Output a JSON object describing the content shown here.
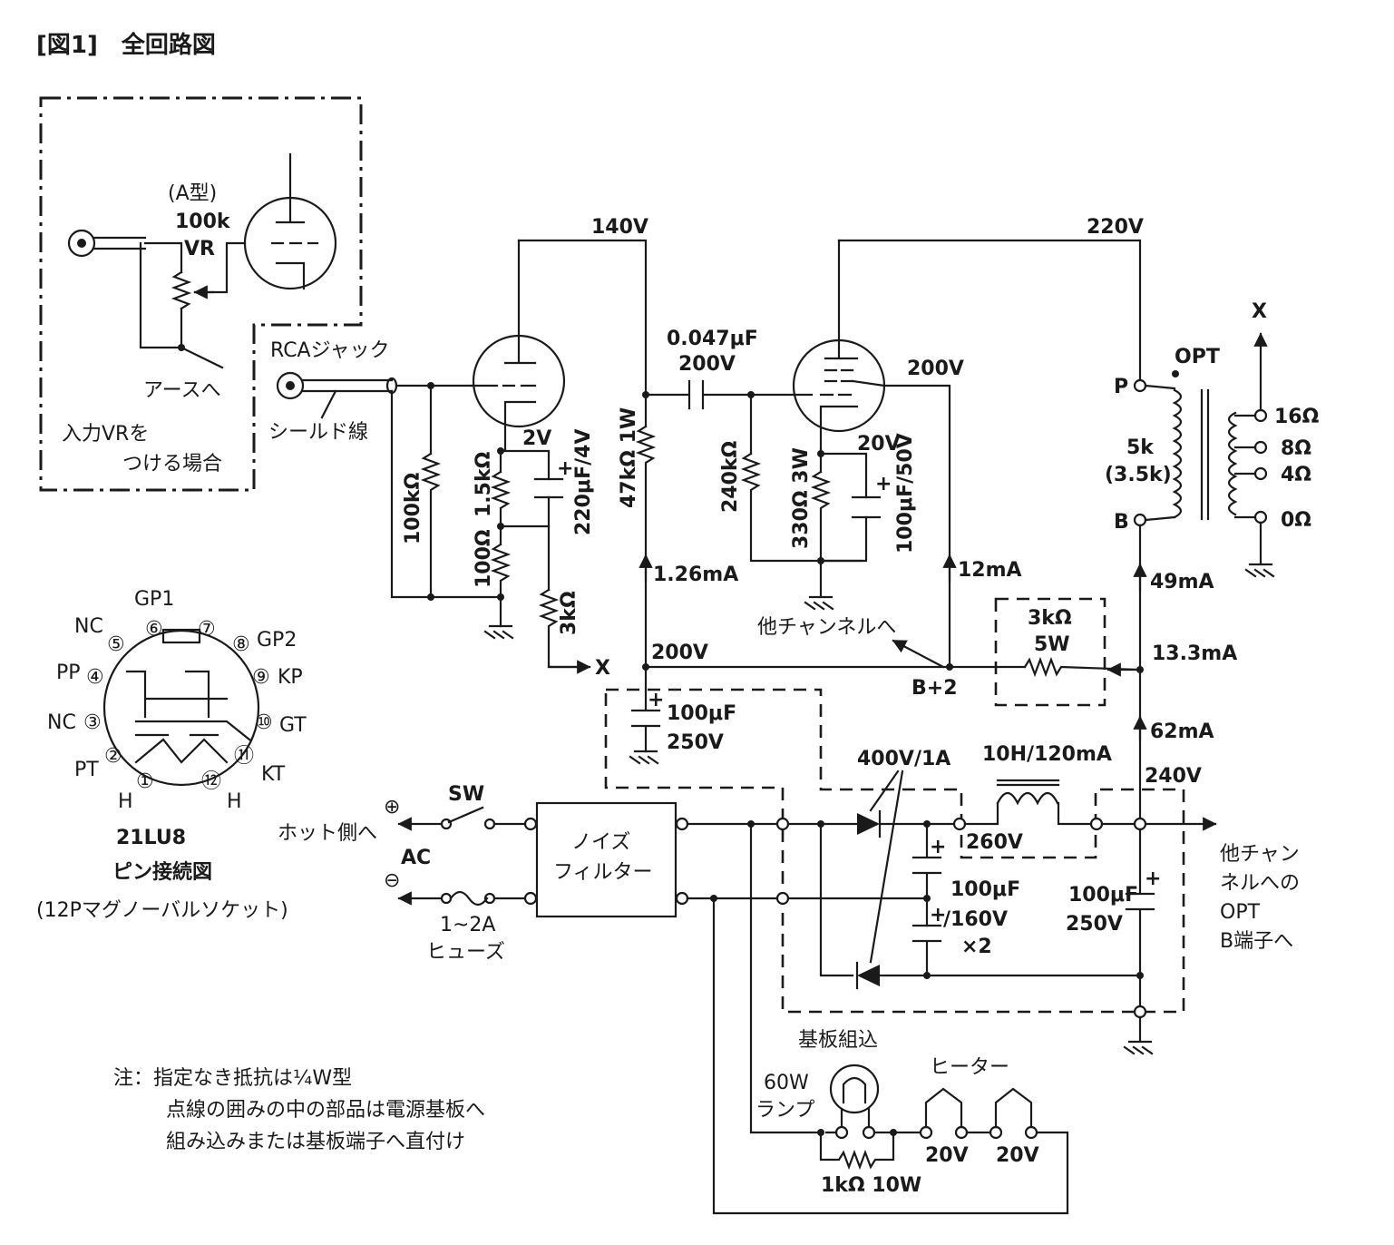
{
  "title": "[図1]　全回路図",
  "input_box": {
    "type_label": "(A型)",
    "vr_value": "100k",
    "vr_label": "VR",
    "ground_label": "アースへ",
    "note_line1": "入力VRを",
    "note_line2": "つける場合"
  },
  "input": {
    "jack_label": "RCAジャック",
    "cable_label": "シールド線",
    "grid_resistor": "100kΩ"
  },
  "stage1": {
    "plate_voltage": "140V",
    "cathode_voltage": "2V",
    "cathode_resistor": "1.5kΩ",
    "feedback_resistor": "100Ω",
    "bypass_cap": "220μF/4V",
    "nfb_resistor": "3kΩ",
    "nfb_to": "X",
    "load_resistor": "47kΩ 1W",
    "current": "1.26mA",
    "supply_voltage": "200V"
  },
  "coupling": {
    "cap_value": "0.047μF",
    "cap_voltage": "200V",
    "grid_resistor": "240kΩ"
  },
  "stage2": {
    "plate_voltage": "220V",
    "screen_voltage": "200V",
    "cathode_voltage": "20V",
    "cathode_resistor": "330Ω 3W",
    "bypass_cap": "100μF/50V",
    "screen_current": "12mA",
    "other_channel": "他チャンネルへ"
  },
  "output": {
    "primary_p": "P",
    "primary_b": "B",
    "transformer": "OPT",
    "impedance": "5k",
    "impedance_alt": "(3.5k)",
    "taps": [
      "16Ω",
      "8Ω",
      "4Ω",
      "0Ω"
    ],
    "nfb_label": "X",
    "plate_current": "49mA"
  },
  "decoupling": {
    "node": "B+2",
    "resistor_value": "3kΩ",
    "resistor_power": "5W",
    "current": "13.3mA",
    "main_current": "62mA",
    "cap_value": "100μF",
    "cap_voltage": "250V"
  },
  "power": {
    "ac_label": "AC",
    "plus_symbol": "⊕",
    "minus_symbol": "⊖",
    "hot_label": "ホット側へ",
    "switch_label": "SW",
    "fuse_value": "1~2A",
    "fuse_label": "ヒューズ",
    "filter_line1": "ノイズ",
    "filter_line2": "フィルター",
    "diode_label": "400V/1A",
    "choke_label": "10H/120mA",
    "rect_voltage": "260V",
    "out_voltage": "240V",
    "cap_doubler_1": "100μF",
    "cap_doubler_2": "/160V",
    "cap_doubler_3": "×2",
    "smooth_cap_value": "100μF",
    "smooth_cap_voltage": "250V",
    "other_ch_line1": "他チャン",
    "other_ch_line2": "ネルへの",
    "other_ch_line3": "OPT",
    "other_ch_line4": "B端子へ"
  },
  "heater": {
    "board_label": "基板組込",
    "lamp_power": "60W",
    "lamp_label": "ランプ",
    "resistor": "1kΩ 10W",
    "heater_label": "ヒーター",
    "voltage1": "20V",
    "voltage2": "20V"
  },
  "pinout": {
    "tube": "21LU8",
    "caption": "ピン接続図",
    "socket": "(12Pマグノーバルソケット)",
    "pins": [
      {
        "num": "①",
        "label": "H"
      },
      {
        "num": "②",
        "label": "PT"
      },
      {
        "num": "③",
        "label": "NC"
      },
      {
        "num": "④",
        "label": "PP"
      },
      {
        "num": "⑤",
        "label": "NC"
      },
      {
        "num": "⑥",
        "label": "GP1"
      },
      {
        "num": "⑦",
        "label": ""
      },
      {
        "num": "⑧",
        "label": "GP2"
      },
      {
        "num": "⑨",
        "label": "KP"
      },
      {
        "num": "⑩",
        "label": "GT"
      },
      {
        "num": "⑪",
        "label": "KT"
      },
      {
        "num": "⑫",
        "label": "H"
      }
    ]
  },
  "notes": {
    "line1": "注：指定なき抵抗は¼W型",
    "line2": "点線の囲みの中の部品は電源基板へ",
    "line3": "組み込みまたは基板端子へ直付け"
  }
}
